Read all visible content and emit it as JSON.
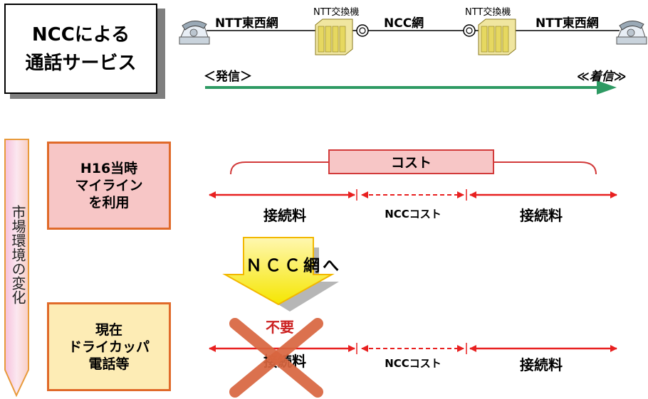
{
  "title": {
    "line1": "NCCによる",
    "line2": "通話サービス"
  },
  "network": {
    "left_segment": "NTT東西網",
    "middle_segment": "NCC網",
    "right_segment": "NTT東西網",
    "exchange_left": "NTT交換機",
    "exchange_right": "NTT交換機",
    "origin": "＜発信＞",
    "destination": "≪着信≫"
  },
  "side_banner": "市場環境の変化",
  "era_then": {
    "title": "H16当時",
    "sub1": "マイライン",
    "sub2": "を利用"
  },
  "era_now": {
    "title": "現在",
    "sub1": "ドライカッパ",
    "sub2": "電話等"
  },
  "cost_label": "コスト",
  "segments_then": {
    "left": "接続料",
    "middle": "NCCコスト",
    "right": "接続料"
  },
  "transition_label": "ＮＣＣ網へ",
  "unneeded_label": "不要",
  "segments_now": {
    "left": "接続料",
    "middle": "NCCコスト",
    "right": "接続料"
  },
  "colors": {
    "arrow_red": "#e82020",
    "arrow_green": "#2e9a63",
    "cross": "#d9663f",
    "pink": "#f7c6c6",
    "cream": "#fdecb5",
    "border_orange": "#e06a2a"
  },
  "icons": [
    "telephone-icon",
    "switch-cabinet-icon",
    "junction-circle-icon"
  ]
}
